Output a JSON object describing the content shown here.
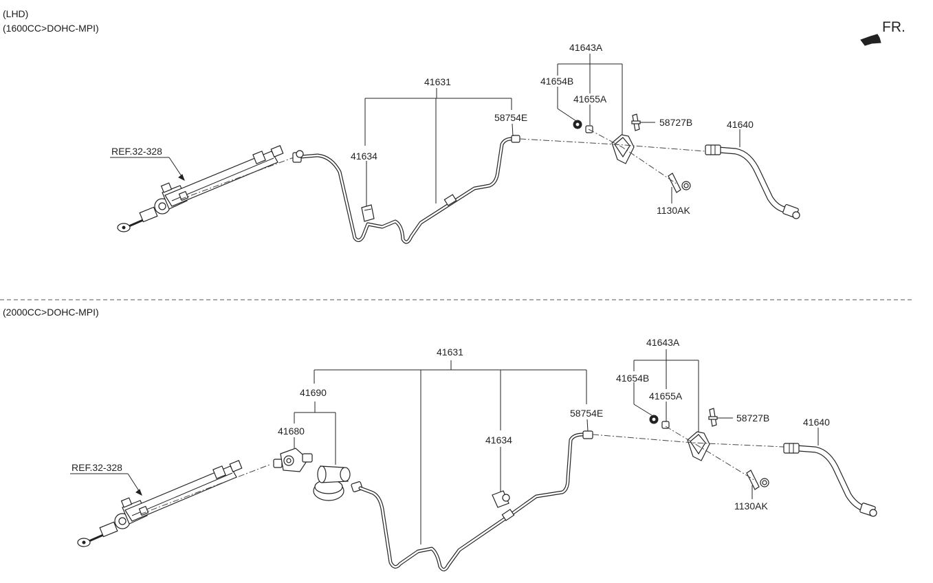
{
  "header": {
    "line1": "(LHD)",
    "line2": "(1600CC>DOHC-MPI)"
  },
  "direction": {
    "label": "FR."
  },
  "section1": {
    "labels": {
      "ref": "REF.32-328",
      "p41631": "41631",
      "p41634": "41634",
      "p58754E": "58754E",
      "p41643A": "41643A",
      "p41654B": "41654B",
      "p41655A": "41655A",
      "p58727B": "58727B",
      "p41640": "41640",
      "p1130AK": "1130AK"
    }
  },
  "section2": {
    "title": "(2000CC>DOHC-MPI)",
    "labels": {
      "ref": "REF.32-328",
      "p41631": "41631",
      "p41690": "41690",
      "p41680": "41680",
      "p41634": "41634",
      "p58754E": "58754E",
      "p41643A": "41643A",
      "p41654B": "41654B",
      "p41655A": "41655A",
      "p58727B": "58727B",
      "p41640": "41640",
      "p1130AK": "1130AK"
    }
  }
}
